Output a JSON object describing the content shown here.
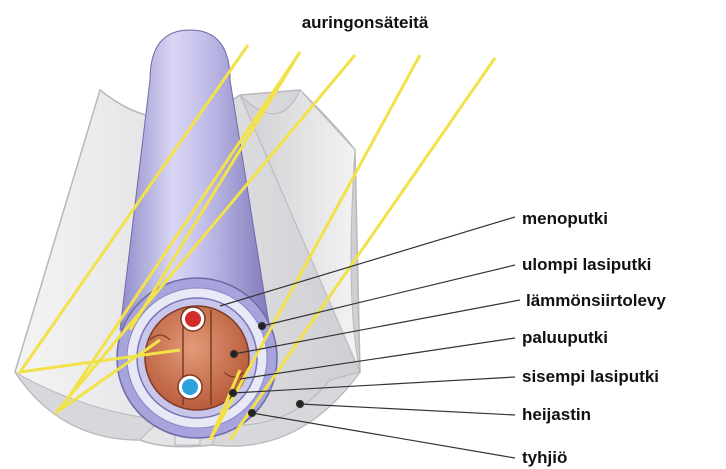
{
  "diagram": {
    "title": "auringonsäteitä",
    "labels": {
      "menoputki": "menoputki",
      "ulompi_lasiputki": "ulompi lasiputki",
      "lammonsiirtolevy": "lämmönsiirtolevy",
      "paluuputki": "paluuputki",
      "sisempi_lasiputki": "sisempi lasiputki",
      "heijastin": "heijastin",
      "tyhjio": "tyhjiö"
    },
    "colors": {
      "sun_ray": "#f2e24a",
      "outer_glass": "#aaa6de",
      "plate": "#c96f4e",
      "flow_pipe": "#d42b2b",
      "return_pipe": "#2aa2dc",
      "reflector": "#e4e4e6"
    }
  }
}
